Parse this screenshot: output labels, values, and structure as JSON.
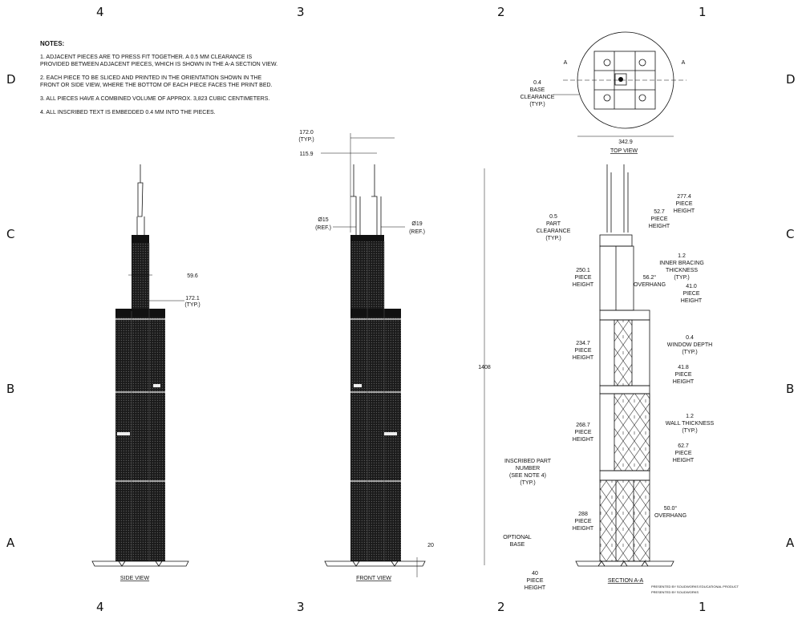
{
  "zones": {
    "top": [
      "4",
      "3",
      "2",
      "1"
    ],
    "bottom": [
      "4",
      "3",
      "2",
      "1"
    ],
    "left": [
      "D",
      "C",
      "B",
      "A"
    ],
    "right": [
      "D",
      "C",
      "B",
      "A"
    ]
  },
  "notes": {
    "heading": "NOTES:",
    "items": [
      "1.  ADJACENT PIECES ARE TO PRESS FIT TOGETHER. A 0.5 MM CLEARANCE IS PROVIDED BETWEEN ADJACENT PIECES, WHICH IS SHOWN IN THE A-A SECTION VIEW.",
      "2. EACH PIECE TO BE SLICED AND PRINTED IN THE ORIENTATION SHOWN IN THE FRONT OR SIDE VIEW, WHERE THE BOTTOM OF EACH PIECE FACES THE PRINT BED.",
      "3. ALL PIECES HAVE A COMBINED VOLUME OF APPROX. 3,823 CUBIC CENTIMETERS.",
      "4. ALL INSCRIBED TEXT IS EMBEDDED 0.4 MM INTO THE PIECES."
    ]
  },
  "side_view": {
    "caption": "SIDE VIEW",
    "dim_width": "59.6",
    "dim_step": "172.1",
    "dim_step_sub": "(TYP.)"
  },
  "front_view": {
    "caption": "FRONT VIEW",
    "dim_top_1": "172.0",
    "dim_top_1_sub": "(TYP.)",
    "dim_top_2": "115.9",
    "dia_left": "Ø15",
    "dia_left_sub": "(REF.)",
    "dia_right": "Ø19",
    "dia_right_sub": "(REF.)",
    "dim_height": "1408",
    "dim_base": "20"
  },
  "top_view": {
    "caption": "TOP VIEW",
    "section_marker": "A",
    "dim_width": "342.9",
    "clearance_val": "0.4",
    "clearance_l1": "BASE",
    "clearance_l2": "CLEARANCE",
    "clearance_l3": "(TYP.)"
  },
  "section_view": {
    "caption": "SECTION A-A",
    "callouts": [
      {
        "v": "277.4",
        "l1": "PIECE",
        "l2": "HEIGHT"
      },
      {
        "v": "52.7",
        "l1": "PIECE",
        "l2": "HEIGHT"
      },
      {
        "v": "0.5",
        "l1": "PART",
        "l2": "CLEARANCE",
        "l3": "(TYP.)"
      },
      {
        "v": "1.2",
        "l1": "INNER BRACING",
        "l2": "THICKNESS",
        "l3": "(TYP.)"
      },
      {
        "v": "250.1",
        "l1": "PIECE",
        "l2": "HEIGHT"
      },
      {
        "v": "56.2°",
        "l1": "OVERHANG"
      },
      {
        "v": "41.0",
        "l1": "PIECE",
        "l2": "HEIGHT"
      },
      {
        "v": "234.7",
        "l1": "PIECE",
        "l2": "HEIGHT"
      },
      {
        "v": "0.4",
        "l1": "WINDOW DEPTH",
        "l2": "(TYP.)"
      },
      {
        "v": "41.8",
        "l1": "PIECE",
        "l2": "HEIGHT"
      },
      {
        "v": "1.2",
        "l1": "WALL THICKNESS",
        "l2": "(TYP.)"
      },
      {
        "v": "268.7",
        "l1": "PIECE",
        "l2": "HEIGHT"
      },
      {
        "v": "62.7",
        "l1": "PIECE",
        "l2": "HEIGHT"
      },
      {
        "v": "INSCRIBED PART",
        "l1": "NUMBER",
        "l2": "(SEE NOTE 4)",
        "l3": "(TYP.)"
      },
      {
        "v": "50.0°",
        "l1": "OVERHANG"
      },
      {
        "v": "288",
        "l1": "PIECE",
        "l2": "HEIGHT"
      },
      {
        "v": "OPTIONAL",
        "l1": "BASE"
      },
      {
        "v": "40",
        "l1": "PIECE",
        "l2": "HEIGHT"
      }
    ]
  },
  "title_block": {
    "line1": "PRESENTED BY SOLIDWORKS EDUCATIONAL PRODUCT",
    "line2": "PRESENTED BY SOLIDWORKS"
  }
}
